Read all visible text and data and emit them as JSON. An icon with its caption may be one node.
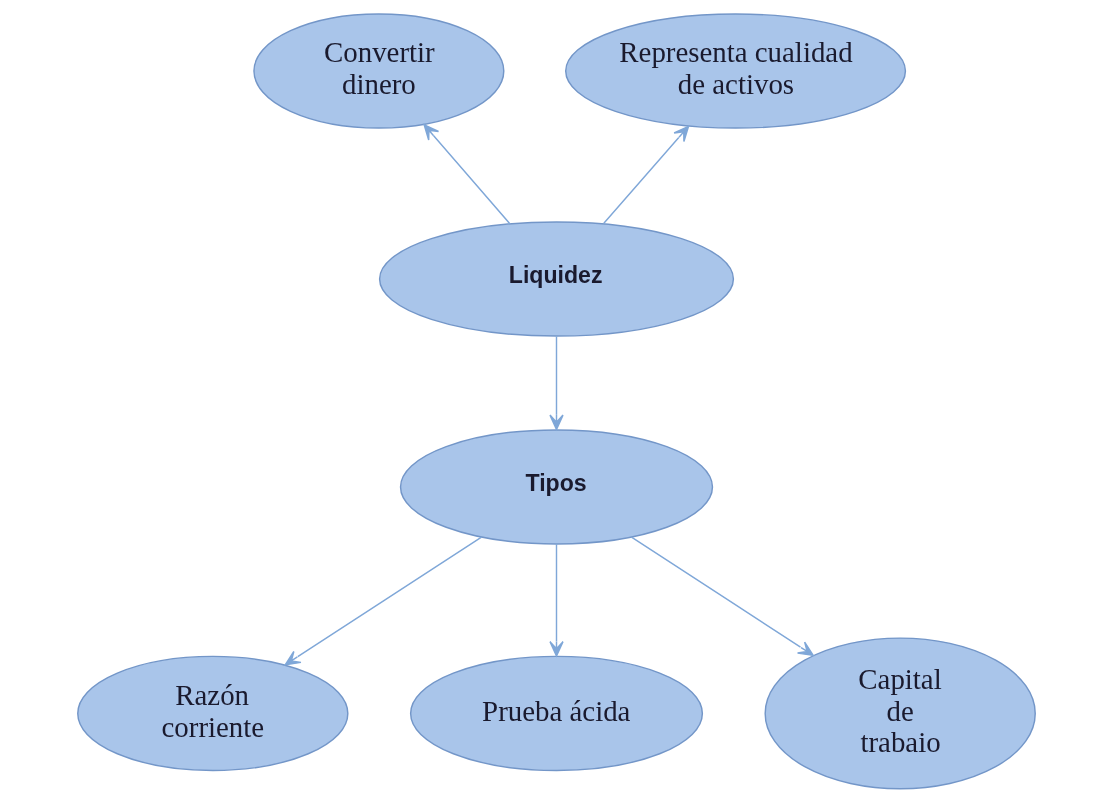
{
  "diagram": {
    "nodes": [
      {
        "text": [
          "Convertir dinero"
        ]
      },
      {
        "text": [
          "Representa cualidad de activos"
        ]
      },
      {
        "text": [
          "Liquidez"
        ]
      },
      {
        "text": [
          "Tipos"
        ]
      },
      {
        "text": [
          "Razón corriente"
        ]
      },
      {
        "text": [
          "Prueba ácida"
        ]
      },
      {
        "text": [
          "Capital de trabaio"
        ]
      }
    ],
    "edges": [
      {
        "from": 2,
        "to": 0,
        "arrow": "to"
      },
      {
        "from": 2,
        "to": 1,
        "arrow": "to"
      },
      {
        "from": 2,
        "to": 3,
        "arrow": "to"
      },
      {
        "from": 3,
        "to": 4,
        "arrow": "to"
      },
      {
        "from": 3,
        "to": 5,
        "arrow": "to"
      },
      {
        "from": 3,
        "to": 6,
        "arrow": "to"
      }
    ]
  }
}
